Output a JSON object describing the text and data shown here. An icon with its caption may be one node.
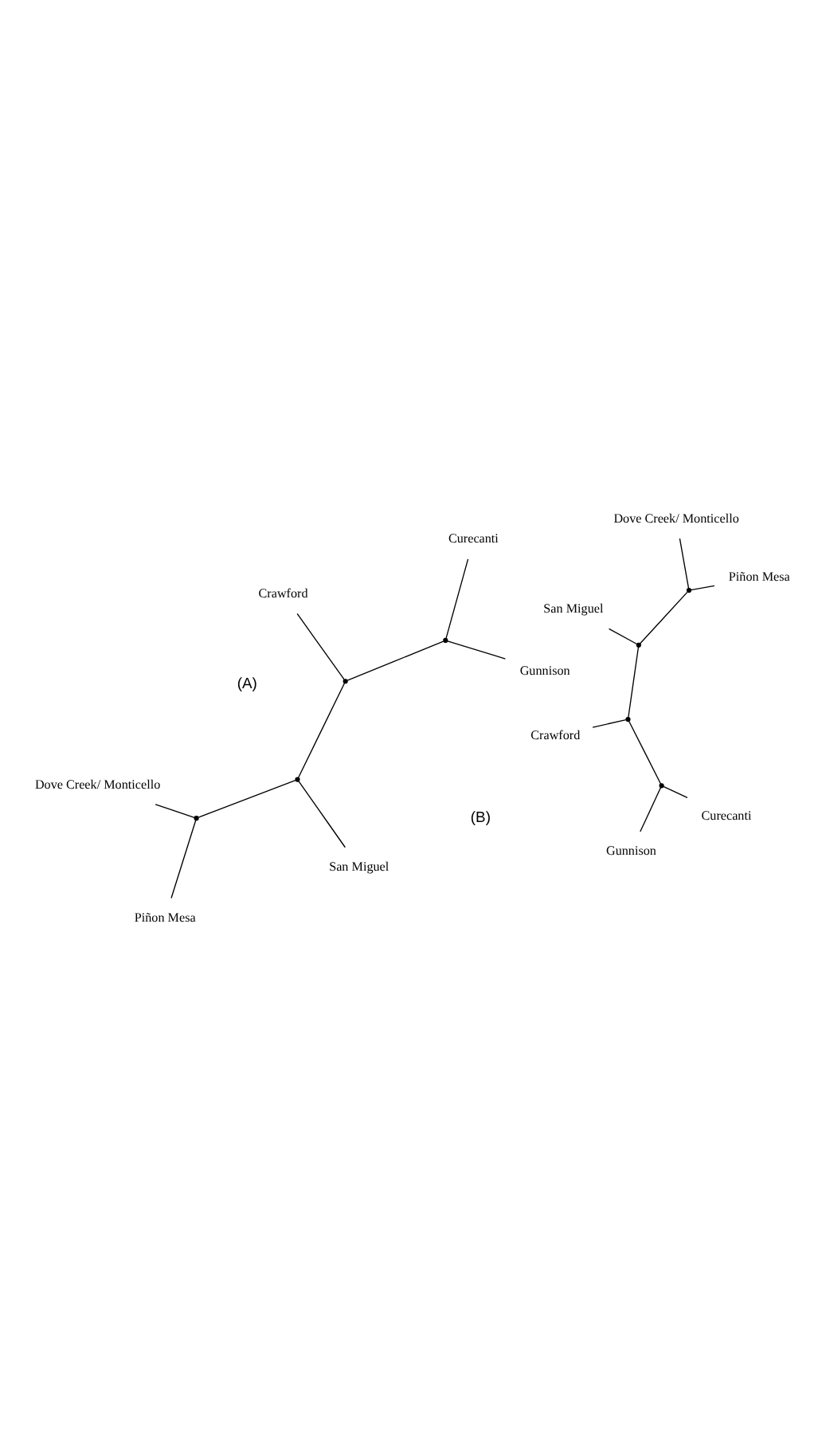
{
  "diagram": {
    "nodes": [
      {
        "text": [
          "Crawford"
        ]
      },
      {
        "text": [
          "Curecanti"
        ]
      },
      {
        "text": [
          "Gunnison"
        ]
      },
      {
        "text": [
          "San Miguel"
        ]
      },
      {
        "text": [
          "Piñon Mesa"
        ]
      },
      {
        "text": [
          "Dove Creek/ Monticello"
        ]
      },
      {
        "text": [],
        "shape": "point"
      },
      {
        "text": [],
        "shape": "point"
      },
      {
        "text": [],
        "shape": "point"
      },
      {
        "text": [],
        "shape": "point"
      },
      {
        "text": [
          "Piñon Mesa"
        ]
      },
      {
        "text": [
          "Dove Creek/ Monticello"
        ]
      },
      {
        "text": [
          "San Miguel"
        ]
      },
      {
        "text": [
          "Crawford"
        ]
      },
      {
        "text": [
          "Gunnison"
        ]
      },
      {
        "text": [
          "Curecanti"
        ]
      },
      {
        "text": [],
        "shape": "point"
      },
      {
        "text": [],
        "shape": "point"
      },
      {
        "text": [],
        "shape": "point"
      },
      {
        "text": [],
        "shape": "point"
      }
    ],
    "edges": [
      {
        "from": 6,
        "to": 1,
        "arrow": "none"
      },
      {
        "from": 6,
        "to": 2,
        "arrow": "none"
      },
      {
        "from": 7,
        "to": 6,
        "arrow": "none"
      },
      {
        "from": 7,
        "to": 0,
        "arrow": "none"
      },
      {
        "from": 8,
        "to": 7,
        "arrow": "none"
      },
      {
        "from": 8,
        "to": 3,
        "arrow": "none"
      },
      {
        "from": 9,
        "to": 8,
        "arrow": "none"
      },
      {
        "from": 9,
        "to": 4,
        "arrow": "none"
      },
      {
        "from": 9,
        "to": 5,
        "arrow": "none"
      },
      {
        "from": 16,
        "to": 10,
        "arrow": "none"
      },
      {
        "from": 16,
        "to": 11,
        "arrow": "none"
      },
      {
        "from": 16,
        "to": 17,
        "arrow": "none"
      },
      {
        "from": 17,
        "to": 12,
        "arrow": "none"
      },
      {
        "from": 17,
        "to": 18,
        "arrow": "none"
      },
      {
        "from": 18,
        "to": 13,
        "arrow": "none"
      },
      {
        "from": 18,
        "to": 19,
        "arrow": "none"
      },
      {
        "from": 19,
        "to": 14,
        "arrow": "none"
      },
      {
        "from": 19,
        "to": 15,
        "arrow": "none"
      }
    ],
    "labels": [
      "(A)",
      "(B)"
    ]
  }
}
